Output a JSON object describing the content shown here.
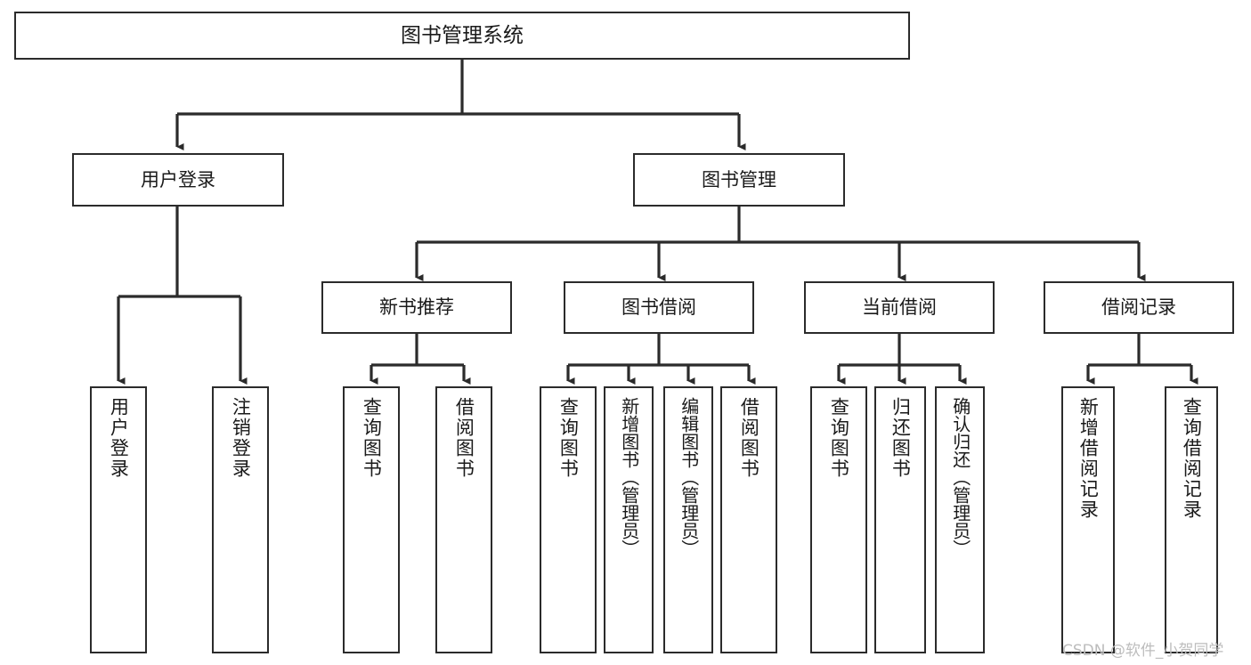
{
  "diagram": {
    "title": "图书管理系统",
    "type": "tree-hierarchy-chart",
    "watermark": "CSDN @软件_小贺同学",
    "colors": {
      "box_border": "#2b2b2b",
      "box_fill": "#ffffff",
      "connector": "#2b2b2b",
      "text": "#1a1a1a",
      "watermark": "#bdbdbd",
      "background": "#ffffff"
    },
    "nodes": {
      "root": {
        "label": "图书管理系统"
      },
      "level2": [
        {
          "id": "user-login",
          "label": "用户登录"
        },
        {
          "id": "book-manage",
          "label": "图书管理"
        }
      ],
      "level3": [
        {
          "id": "new-book-recommend",
          "label": "新书推荐"
        },
        {
          "id": "book-borrow",
          "label": "图书借阅"
        },
        {
          "id": "current-borrow",
          "label": "当前借阅"
        },
        {
          "id": "borrow-record",
          "label": "借阅记录"
        }
      ],
      "leaves": [
        {
          "id": "leaf-user-login",
          "label": "用户登录",
          "parent": "user-login"
        },
        {
          "id": "leaf-user-logout",
          "label": "注销登录",
          "parent": "user-login"
        },
        {
          "id": "leaf-query-book-1",
          "label": "查询图书",
          "parent": "new-book-recommend"
        },
        {
          "id": "leaf-borrow-book-1",
          "label": "借阅图书",
          "parent": "new-book-recommend"
        },
        {
          "id": "leaf-query-book-2",
          "label": "查询图书",
          "parent": "book-borrow"
        },
        {
          "id": "leaf-add-book",
          "label": "新增图书（管理员）",
          "parent": "book-borrow"
        },
        {
          "id": "leaf-edit-book",
          "label": "编辑图书（管理员）",
          "parent": "book-borrow"
        },
        {
          "id": "leaf-borrow-book-2",
          "label": "借阅图书",
          "parent": "book-borrow"
        },
        {
          "id": "leaf-query-book-3",
          "label": "查询图书",
          "parent": "current-borrow"
        },
        {
          "id": "leaf-return-book",
          "label": "归还图书",
          "parent": "current-borrow"
        },
        {
          "id": "leaf-confirm-return",
          "label": "确认归还（管理员）",
          "parent": "current-borrow"
        },
        {
          "id": "leaf-add-borrow-record",
          "label": "新增借阅记录",
          "parent": "borrow-record"
        },
        {
          "id": "leaf-query-borrow-record",
          "label": "查询借阅记录",
          "parent": "borrow-record"
        }
      ]
    }
  }
}
